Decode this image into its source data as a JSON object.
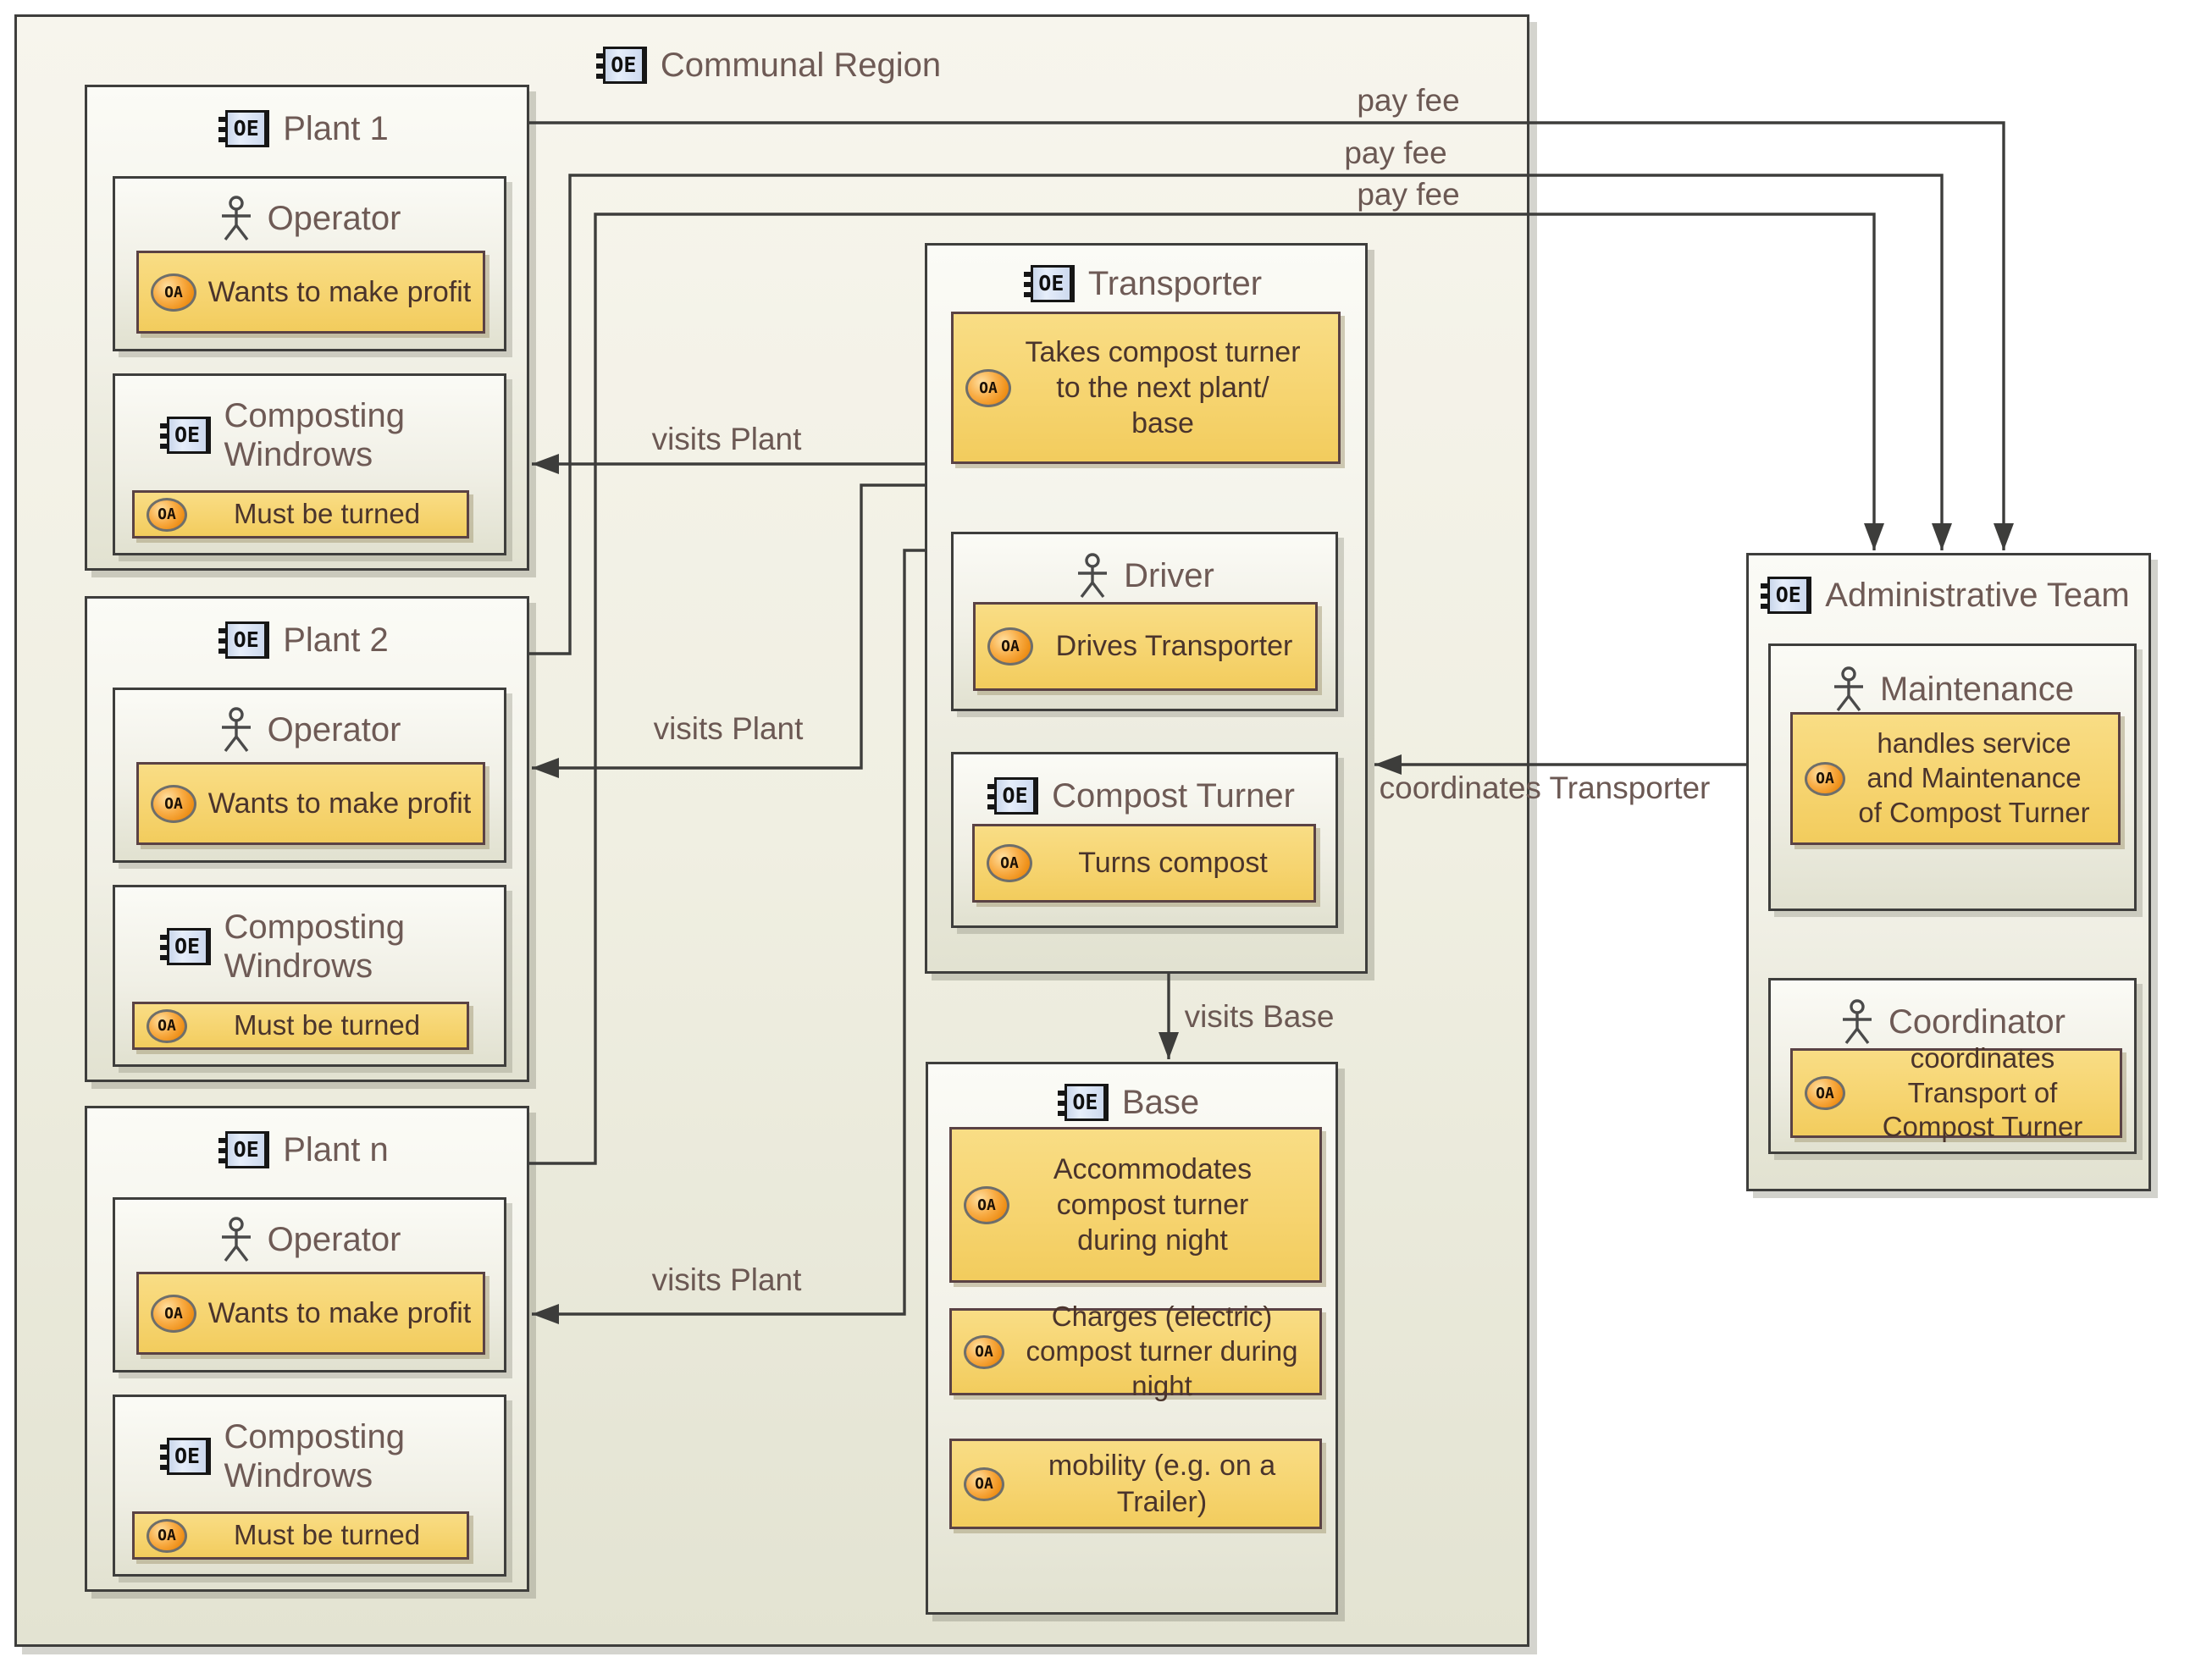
{
  "diagram": {
    "region_title": "Communal Region",
    "plants": [
      {
        "title": "Plant 1",
        "operator_title": "Operator",
        "operator_goal": "Wants to make profit",
        "windrows_title": "Composting Windrows",
        "windrows_goal": "Must be turned"
      },
      {
        "title": "Plant 2",
        "operator_title": "Operator",
        "operator_goal": "Wants to make profit",
        "windrows_title": "Composting Windrows",
        "windrows_goal": "Must be turned"
      },
      {
        "title": "Plant n",
        "operator_title": "Operator",
        "operator_goal": "Wants to make profit",
        "windrows_title": "Composting Windrows",
        "windrows_goal": "Must be turned"
      }
    ],
    "transporter": {
      "title": "Transporter",
      "goal": "Takes compost turner to the next plant/ base",
      "driver_title": "Driver",
      "driver_goal": "Drives Transporter",
      "turner_title": "Compost Turner",
      "turner_goal": "Turns compost"
    },
    "base": {
      "title": "Base",
      "goal1": "Accommodates compost turner during night",
      "goal2": "Charges (electric) compost turner during night",
      "goal3": "mobility (e.g. on a Trailer)"
    },
    "admin": {
      "title": "Administrative Team",
      "maintenance_title": "Maintenance",
      "maintenance_goal": "handles service and Maintenance of Compost Turner",
      "coordinator_title": "Coordinator",
      "coordinator_goal": "coordinates Transport of Compost Turner"
    },
    "labels": {
      "pay_fee_1": "pay fee",
      "pay_fee_2": "pay fee",
      "pay_fee_3": "pay fee",
      "visits_plant_1": "visits Plant",
      "visits_plant_2": "visits Plant",
      "visits_plant_3": "visits Plant",
      "visits_base": "visits Base",
      "coordinates_transporter": "coordinates Transporter"
    },
    "icons": {
      "oe": "OE",
      "oa": "OA"
    },
    "colors": {
      "region_fill": "#f0efe2",
      "node_border": "#3e3e3c",
      "goal_fill": "#f6d470",
      "goal_border": "#5a4244",
      "line": "#3d3d3b",
      "title_text": "#6e5a55",
      "goal_text": "#4a342c"
    }
  }
}
